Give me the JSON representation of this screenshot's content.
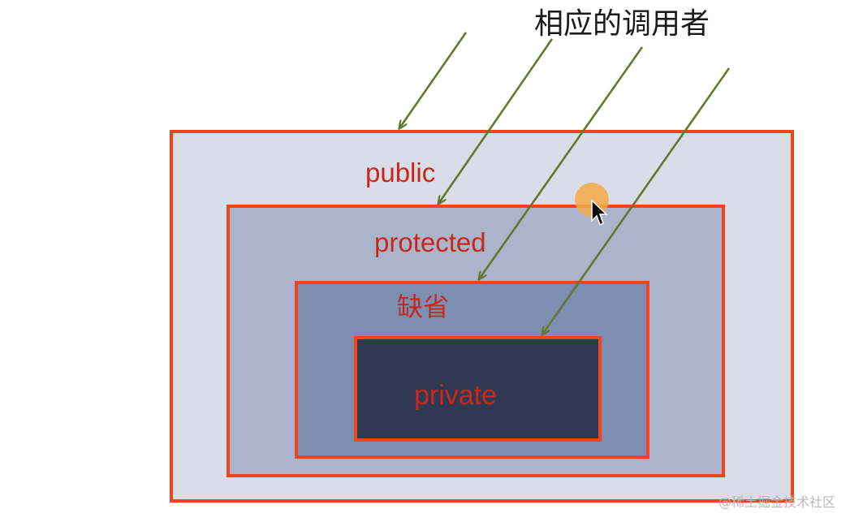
{
  "diagram": {
    "title": "相应的调用者",
    "levels": [
      {
        "key": "public",
        "label": "public"
      },
      {
        "key": "protected",
        "label": "protected"
      },
      {
        "key": "default",
        "label": "缺省"
      },
      {
        "key": "private",
        "label": "private"
      }
    ],
    "colors": {
      "border": "#f4421c",
      "label": "#c8281c",
      "arrow": "#5f7a2e",
      "public_fill": "#d9dde8",
      "protected_fill": "#aab5cb",
      "default_fill": "#7d8fb0",
      "private_fill": "#2f3a52"
    }
  },
  "watermark": "@稀土掘金技术社区",
  "icons": [
    "arrow-icon",
    "mouse-pointer-icon"
  ]
}
